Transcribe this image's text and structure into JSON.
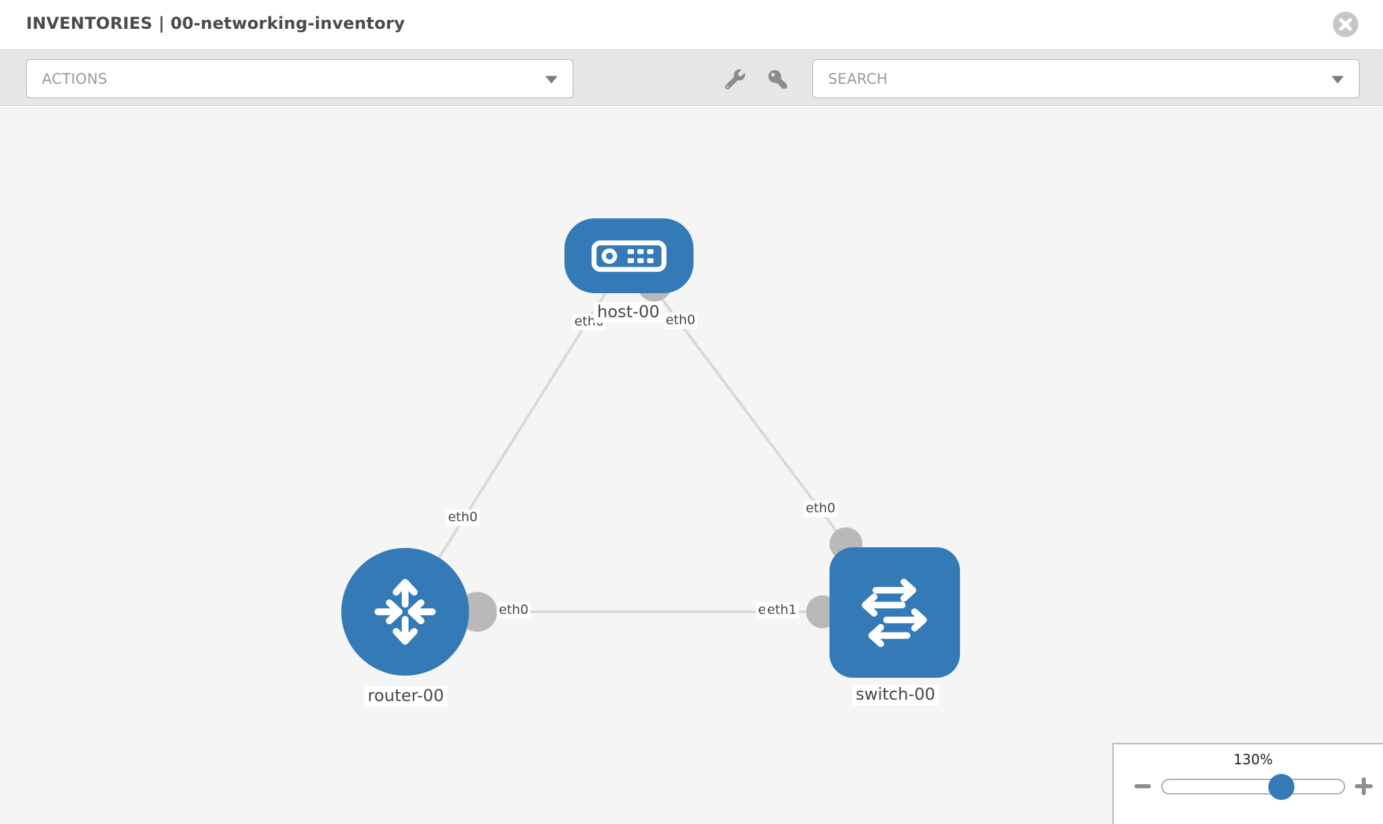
{
  "header": {
    "title": "INVENTORIES | 00-networking-inventory"
  },
  "toolbar": {
    "actions": {
      "label": "ACTIONS"
    },
    "search": {
      "label": "SEARCH"
    }
  },
  "icons": {
    "close": "circle-x",
    "dropdown_caret": "chevron-down",
    "tools": "wrench",
    "credentials": "key",
    "host_node": "server",
    "router_node": "route-arrows",
    "switch_node": "exchange-arrows",
    "zoom_out": "minus",
    "zoom_in": "plus"
  },
  "topology": {
    "nodes": [
      {
        "label": "host-00",
        "type": "host"
      },
      {
        "label": "router-00",
        "type": "router"
      },
      {
        "label": "switch-00",
        "type": "switch"
      }
    ],
    "links": [
      {
        "from": "host-00",
        "to": "router-00",
        "from_interface": "eth0",
        "to_interface": "eth0"
      },
      {
        "from": "host-00",
        "to": "switch-00",
        "from_interface": "eth0",
        "to_interface": "eth0"
      },
      {
        "from": "router-00",
        "to": "switch-00",
        "from_interface": "eth0",
        "to_interface": "eth1",
        "overlapped_interface": "eth0"
      }
    ]
  },
  "zoom_control": {
    "value": "130%"
  },
  "colors": {
    "node_fill": "#337ab7",
    "canvas_bg": "#f5f5f5",
    "toolbar_bg": "#e7e7e7",
    "edge": "#d8d8d8",
    "connector": "#b9b9b9",
    "slider_thumb": "#337ab7",
    "close_circle": "#c7c7c7"
  }
}
